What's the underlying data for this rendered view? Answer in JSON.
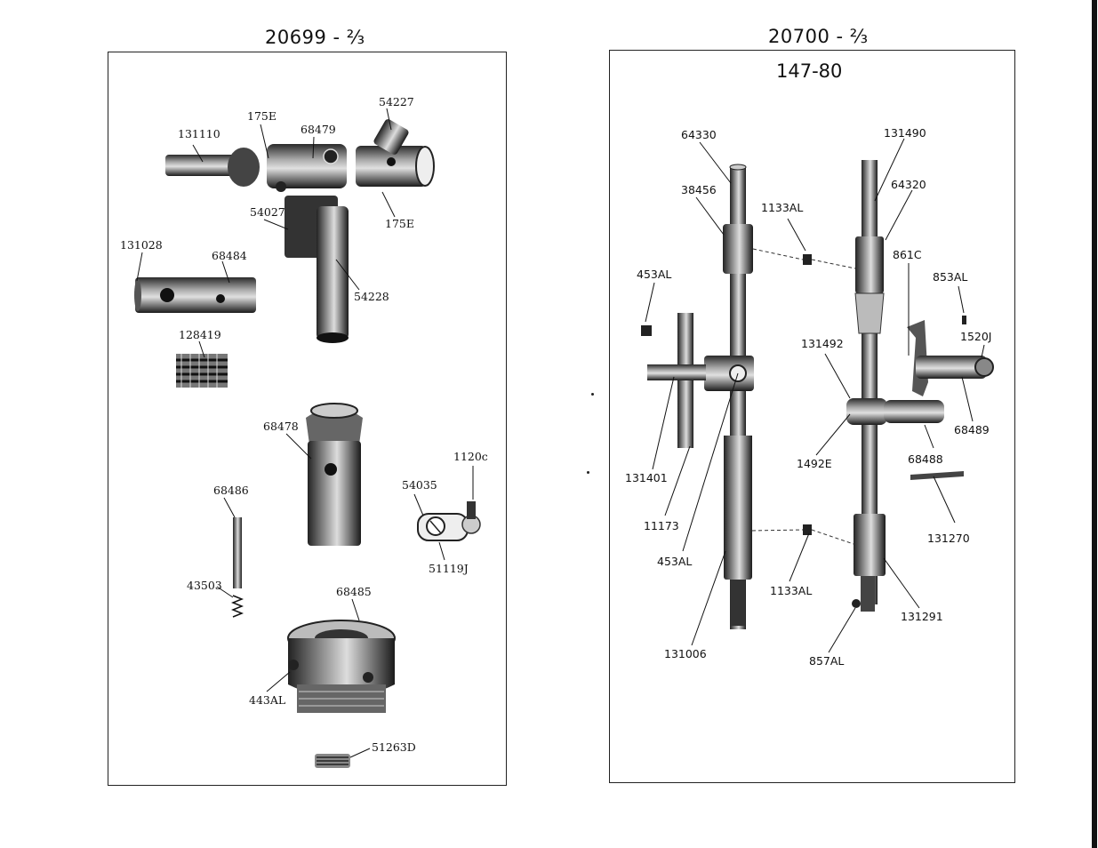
{
  "left_page": {
    "title": "20699 - ⅔",
    "part_numbers": {
      "p131110": "131110",
      "p175e_a": "175E",
      "p68479": "68479",
      "p54227": "54227",
      "p54027": "54027",
      "p175e_b": "175E",
      "p131028": "131028",
      "p68484": "68484",
      "p54228": "54228",
      "p128419": "128419",
      "p68478": "68478",
      "p68486": "68486",
      "p1120c": "1120c",
      "p54035": "54035",
      "p51119j": "51119J",
      "p43503": "43503",
      "p68485": "68485",
      "p443al": "443AL",
      "p51263d": "51263D"
    }
  },
  "right_page": {
    "title": "20700 - ⅔",
    "subtitle": "147-80",
    "part_numbers": {
      "p64330": "64330",
      "p131490": "131490",
      "p38456": "38456",
      "p64320": "64320",
      "p1133al_a": "1133AL",
      "p453al_a": "453AL",
      "p861c": "861C",
      "p853al": "853AL",
      "p1520j": "1520J",
      "p131492": "131492",
      "p68489": "68489",
      "p68488": "68488",
      "p1492e": "1492E",
      "p131401": "131401",
      "p11173": "11173",
      "p131270": "131270",
      "p453al_b": "453AL",
      "p1133al_b": "1133AL",
      "p131291": "131291",
      "p131006": "131006",
      "p857al": "857AL"
    }
  }
}
